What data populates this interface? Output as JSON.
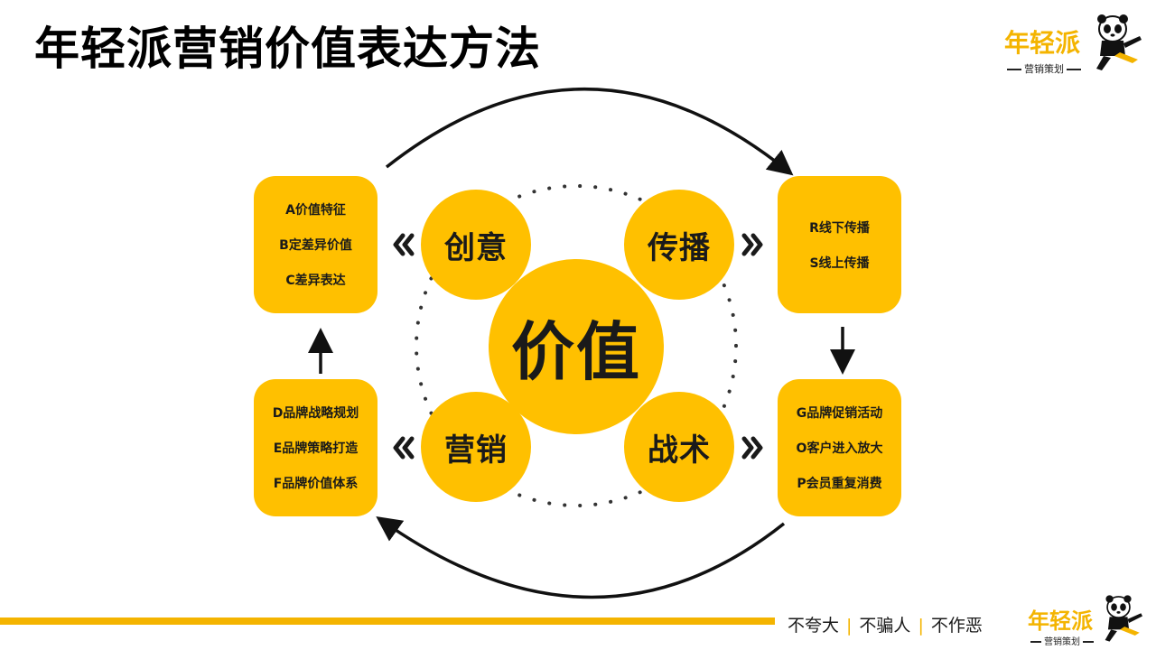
{
  "title": "年轻派营销价值表达方法",
  "logo": {
    "name": "年轻派",
    "subtitle": "营销策划"
  },
  "center": "价值",
  "circles": {
    "top_left": "创意",
    "top_right": "传播",
    "bottom_left": "营销",
    "bottom_right": "战术"
  },
  "boxes": {
    "top_left": [
      "A价值特征",
      "B定差异价值",
      "C差异表达"
    ],
    "top_right": [
      "R线下传播",
      "S线上传播"
    ],
    "bottom_left": [
      "D品牌战略规划",
      "E品牌策略打造",
      "F品牌价值体系"
    ],
    "bottom_right": [
      "G品牌促销活动",
      "O客户进入放大",
      "P会员重复消费"
    ]
  },
  "slogan": [
    "不夸大",
    "不骗人",
    "不作恶"
  ],
  "colors": {
    "accent": "#ffc000",
    "bar": "#f4b400",
    "text": "#1a1a1a"
  }
}
